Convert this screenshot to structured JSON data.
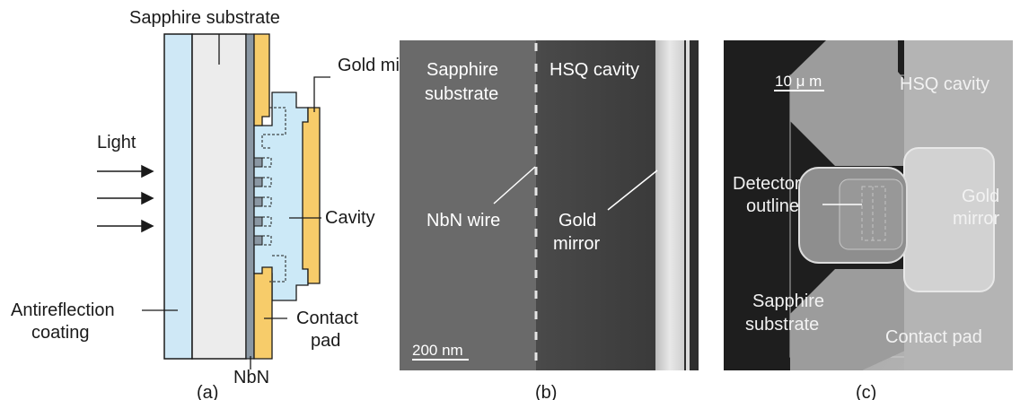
{
  "panel_a": {
    "sapphire_label": "Sapphire substrate",
    "gold_mirror_label": "Gold mirror",
    "light_label": "Light",
    "cavity_label": "Cavity",
    "antireflection_line1": "Antireflection",
    "antireflection_line2": "coating",
    "contact_line1": "Contact",
    "contact_line2": "pad",
    "nbn_label": "NbN",
    "caption": "(a)"
  },
  "panel_b": {
    "sapphire_line1": "Sapphire",
    "sapphire_line2": "substrate",
    "hsq_label": "HSQ cavity",
    "nbn_wire_label": "NbN wire",
    "gold_line1": "Gold",
    "gold_line2": "mirror",
    "scale_label": "200 nm",
    "caption": "(b)"
  },
  "panel_c": {
    "scale_label": "10 μ m",
    "hsq_label": "HSQ cavity",
    "detector_line1": "Detector",
    "detector_line2": "outline",
    "gold_line1": "Gold",
    "gold_line2": "mirror",
    "sapphire_line1": "Sapphire",
    "sapphire_line2": "substrate",
    "contact_label": "Contact pad",
    "caption": "(c)"
  },
  "colors": {
    "antireflection": "#cfe8f6",
    "sapphire": "#ececec",
    "nbn_layer": "#8a97a3",
    "gold": "#f7cc6a",
    "cavity": "#cce9f7"
  }
}
